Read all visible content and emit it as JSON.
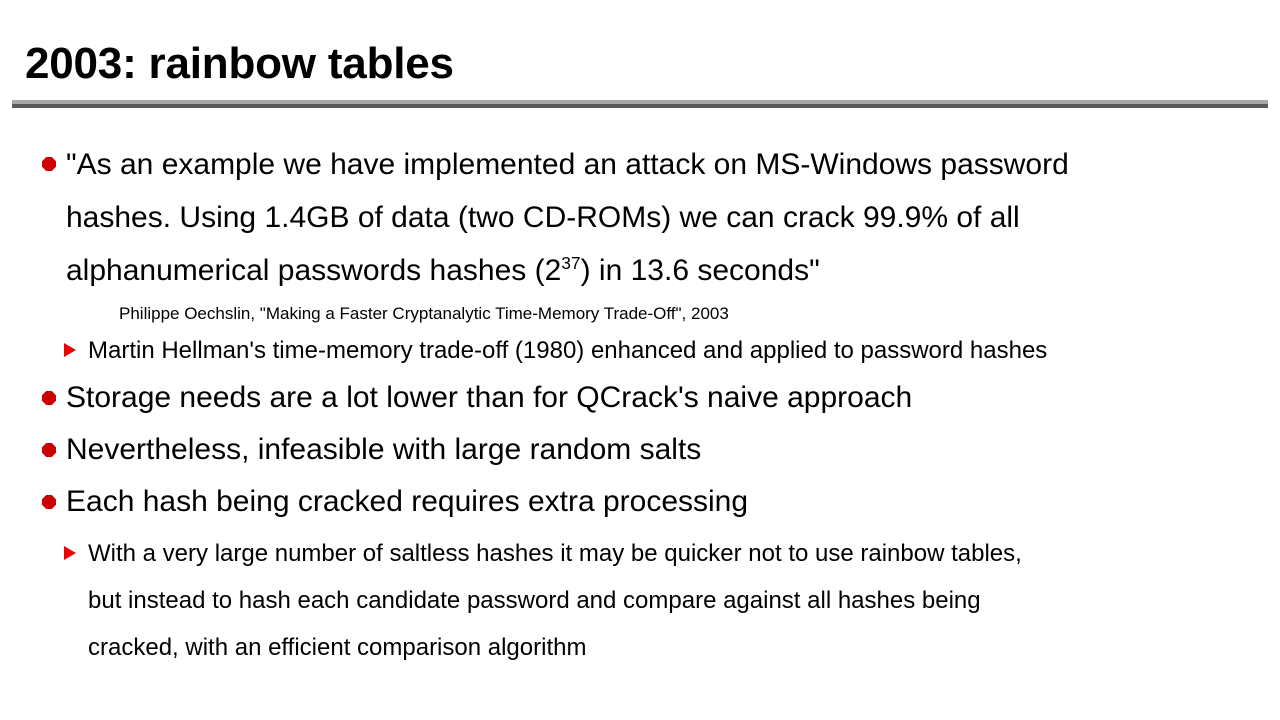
{
  "slide": {
    "title": "2003: rainbow tables",
    "accent_color": "#cc0000",
    "rule_color_light": "#a6a6a6",
    "rule_color_dark": "#595959",
    "background_color": "#ffffff",
    "text_color": "#000000"
  },
  "content": {
    "quote_bullet": {
      "line1": "\"As an example we have implemented an attack on MS-Windows password",
      "line2": "hashes. Using 1.4GB of data (two CD-ROMs) we can crack 99.9% of all",
      "line3_pre": "alphanumerical passwords hashes (2",
      "line3_sup": "37",
      "line3_post": ") in 13.6 seconds\""
    },
    "citation": "Philippe Oechslin, \"Making a Faster Cryptanalytic Time-Memory Trade-Off\", 2003",
    "sub_bullet_1": "Martin Hellman's time-memory trade-off (1980) enhanced and applied to password hashes",
    "bullet_2": "Storage needs are a lot lower than for QCrack's naive approach",
    "bullet_3": "Nevertheless, infeasible with large random salts",
    "bullet_4": "Each hash being cracked requires extra processing",
    "sub_bullet_2": {
      "line1": "With a very large number of saltless hashes it may be quicker not to use rainbow tables,",
      "line2": "but instead to hash each candidate password and compare against all hashes being",
      "line3": "cracked, with an efficient comparison algorithm"
    }
  }
}
